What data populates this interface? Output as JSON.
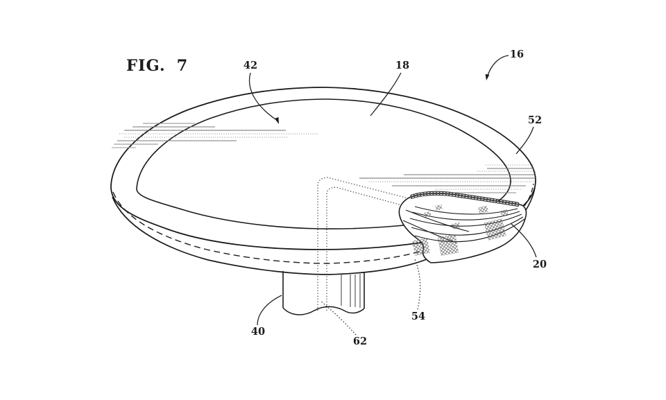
{
  "figure": {
    "title": "FIG.  7"
  },
  "reference_numerals": {
    "r16": "16",
    "r18": "18",
    "r42": "42",
    "r52": "52",
    "r20": "20",
    "r54": "54",
    "r62": "62",
    "r40": "40"
  },
  "drawing": {
    "paper_color": "#ffffff",
    "line_color": "#1b1b1b",
    "shading_color": "#8a8a8a",
    "hidden_line_color": "#333333"
  }
}
